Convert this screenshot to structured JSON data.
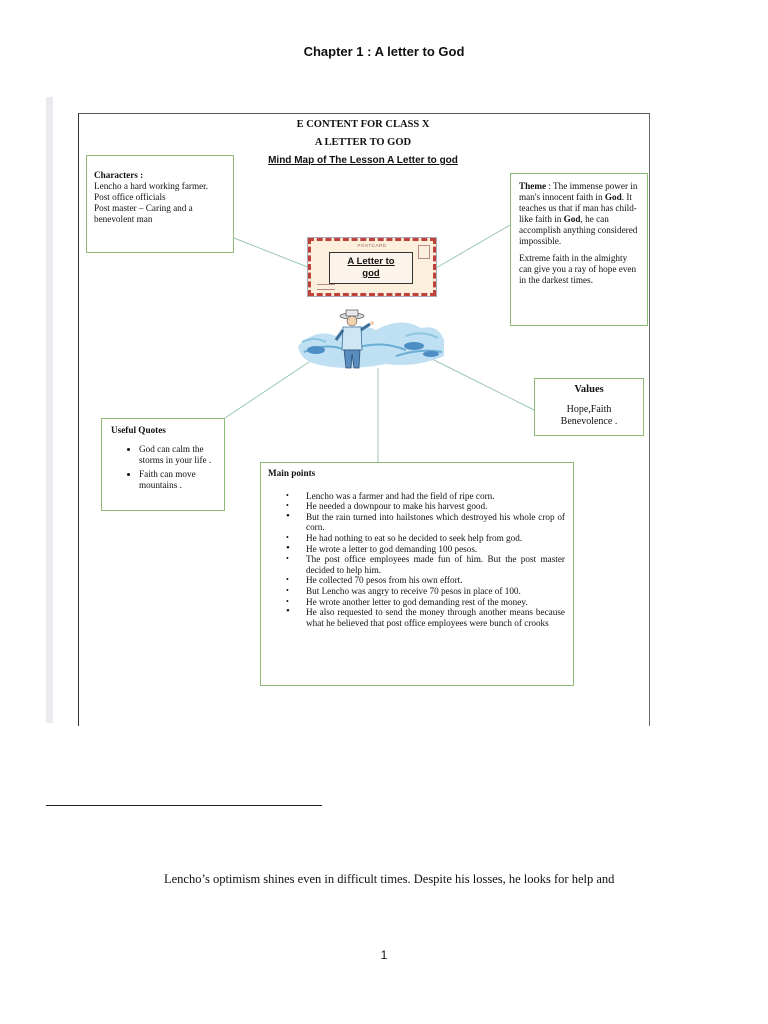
{
  "page": {
    "title": "Chapter 1 :  A letter to God",
    "body_text": "Lencho’s optimism shines even in difficult times. Despite his losses, he looks for help and",
    "page_number": "1"
  },
  "mindmap": {
    "heading1": "E CONTENT FOR CLASS X",
    "heading2": "A LETTER TO GOD",
    "heading3": "Mind Map of The Lesson A Letter to god",
    "center_card": {
      "label": "POSTCARD",
      "title_line1": "A Letter to",
      "title_line2": "god"
    },
    "characters": {
      "title": "Characters :",
      "lines": [
        "Lencho a hard working farmer.",
        "Post office officials",
        "Post master – Caring and  a benevolent man"
      ]
    },
    "theme": {
      "label": "Theme",
      "text_a": " : The immense power in man's innocent faith in ",
      "god1": "God",
      "text_b": ". It teaches us that if man has child-like faith in ",
      "god2": "God",
      "text_c": ", he can accomplish anything considered impossible.",
      "para2": "Extreme faith in the almighty can give you a ray of hope even in the darkest times."
    },
    "values": {
      "title": "Values",
      "line1": "Hope,Faith",
      "line2": "Benevolence ."
    },
    "quotes": {
      "title": "Useful Quotes",
      "items": [
        "God can calm the storms in your life .",
        "Faith can move mountains ."
      ]
    },
    "main_points": {
      "title": "Main points",
      "items": [
        "Lencho was a farmer and had the field of ripe corn.",
        "He needed a downpour to make his harvest good.",
        "But the rain turned into hailstones which destroyed his whole crop of corn.",
        "He had nothing to eat so he decided to seek help from god.",
        "He wrote a letter to god demanding 100 pesos.",
        "The post office employees made fun of him. But the post master decided to help him.",
        "He collected 70 pesos from his own effort.",
        "But Lencho was angry to receive 70 pesos in place of 100.",
        "He wrote another letter to god demanding rest of the money.",
        "He also requested to send the money through another means because what he believed that post office employees were bunch of crooks"
      ]
    }
  }
}
